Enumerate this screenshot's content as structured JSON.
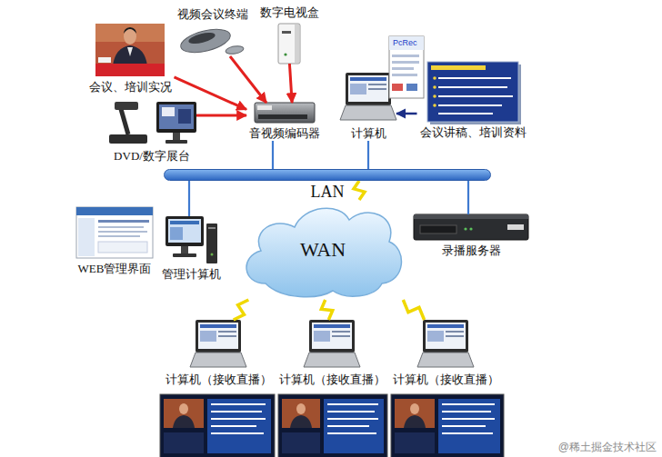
{
  "diagram": {
    "nodes": [
      {
        "text": [
          "视频会议终端"
        ]
      },
      {
        "text": [
          "数字电视盒"
        ]
      },
      {
        "text": [
          "会议、培训实况"
        ]
      },
      {
        "text": [
          "DVD/数字展台"
        ]
      },
      {
        "text": [
          "音视频编码器"
        ]
      },
      {
        "text": [
          "计算机"
        ]
      },
      {
        "text": [
          "会议讲稿、培训资料"
        ]
      },
      {
        "text": [
          "LAN"
        ]
      },
      {
        "text": [
          "WEB管理界面"
        ]
      },
      {
        "text": [
          "管理计算机"
        ]
      },
      {
        "text": [
          "WAN"
        ]
      },
      {
        "text": [
          "录播服务器"
        ]
      },
      {
        "text": [
          "计算机（接收直播）"
        ]
      },
      {
        "text": [
          "计算机（接收直播）"
        ]
      },
      {
        "text": [
          "计算机（接收直播）"
        ]
      }
    ],
    "edges": [
      {
        "from": 2,
        "to": 4,
        "arrow": "to"
      },
      {
        "from": 0,
        "to": 4,
        "arrow": "to"
      },
      {
        "from": 1,
        "to": 4,
        "arrow": "to"
      },
      {
        "from": 3,
        "to": 4,
        "arrow": "to"
      },
      {
        "from": 6,
        "to": 5,
        "arrow": "to"
      },
      {
        "from": 4,
        "to": 7,
        "arrow": "none"
      },
      {
        "from": 5,
        "to": 7,
        "arrow": "none"
      },
      {
        "from": 7,
        "to": 9,
        "arrow": "none"
      },
      {
        "from": 7,
        "to": 11,
        "arrow": "none"
      },
      {
        "from": 7,
        "to": 10,
        "arrow": "none"
      },
      {
        "from": 10,
        "to": 12,
        "arrow": "none"
      },
      {
        "from": 10,
        "to": 13,
        "arrow": "none"
      },
      {
        "from": 10,
        "to": 14,
        "arrow": "none"
      }
    ],
    "labels": [
      "PcRec",
      "@稀土掘金技术社区"
    ]
  }
}
